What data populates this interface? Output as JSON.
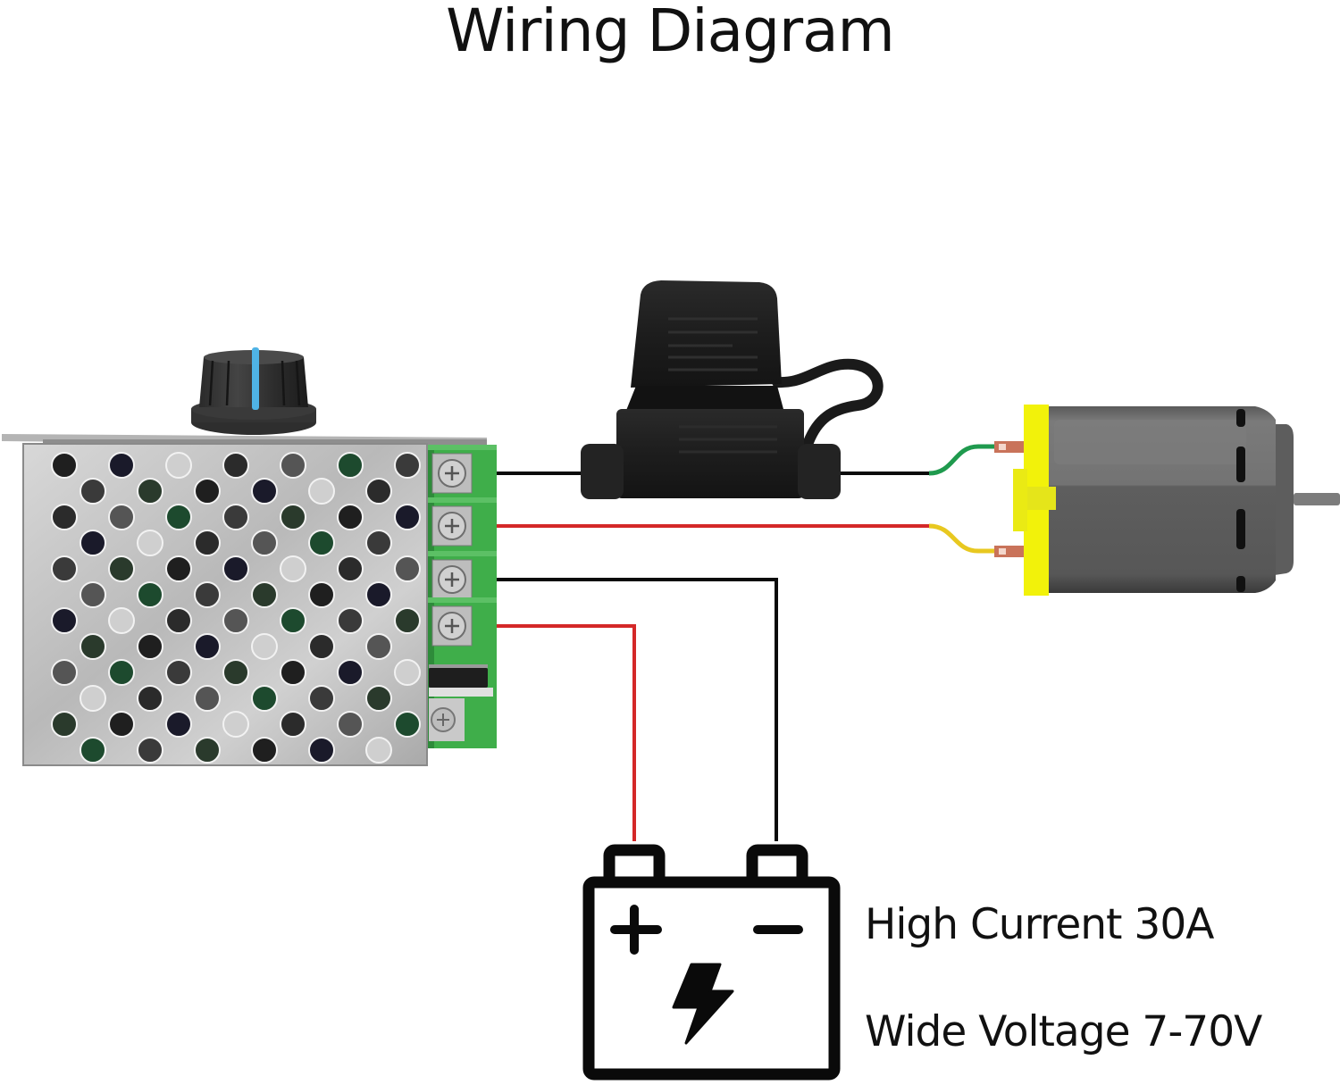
{
  "title": "Wiring Diagram",
  "specs": [
    {
      "label": "High Current 30A"
    },
    {
      "label": "Wide Voltage 7-70V"
    }
  ],
  "components": {
    "controller": {
      "name": "PWM motor speed controller",
      "icon": "controller-icon",
      "terminals": 4
    },
    "fuse": {
      "name": "fuse holder",
      "icon": "fuse-icon"
    },
    "motor": {
      "name": "DC motor",
      "icon": "motor-icon"
    },
    "battery": {
      "name": "battery",
      "icon": "battery-icon",
      "positive_symbol": "+",
      "negative_symbol": "−"
    }
  },
  "wires": [
    {
      "from": "controller-terminal-1",
      "to": "fuse",
      "color": "#000000"
    },
    {
      "from": "fuse",
      "to": "motor-terminal-top",
      "color": "#000000"
    },
    {
      "from": "controller-terminal-2",
      "to": "motor-terminal-bottom",
      "color": "#d42020"
    },
    {
      "from": "controller-terminal-3",
      "to": "battery-negative",
      "color": "#000000"
    },
    {
      "from": "controller-terminal-4",
      "to": "battery-positive",
      "color": "#d42020"
    }
  ],
  "colors": {
    "wire_black": "#0a0a0a",
    "wire_red": "#d42828",
    "lead_green": "#1f9a4e",
    "lead_yellow": "#e8c820",
    "knob_indicator": "#4fb3e6",
    "motor_endcap": "#f2f20a",
    "terminal_block": "#3fae4a"
  }
}
